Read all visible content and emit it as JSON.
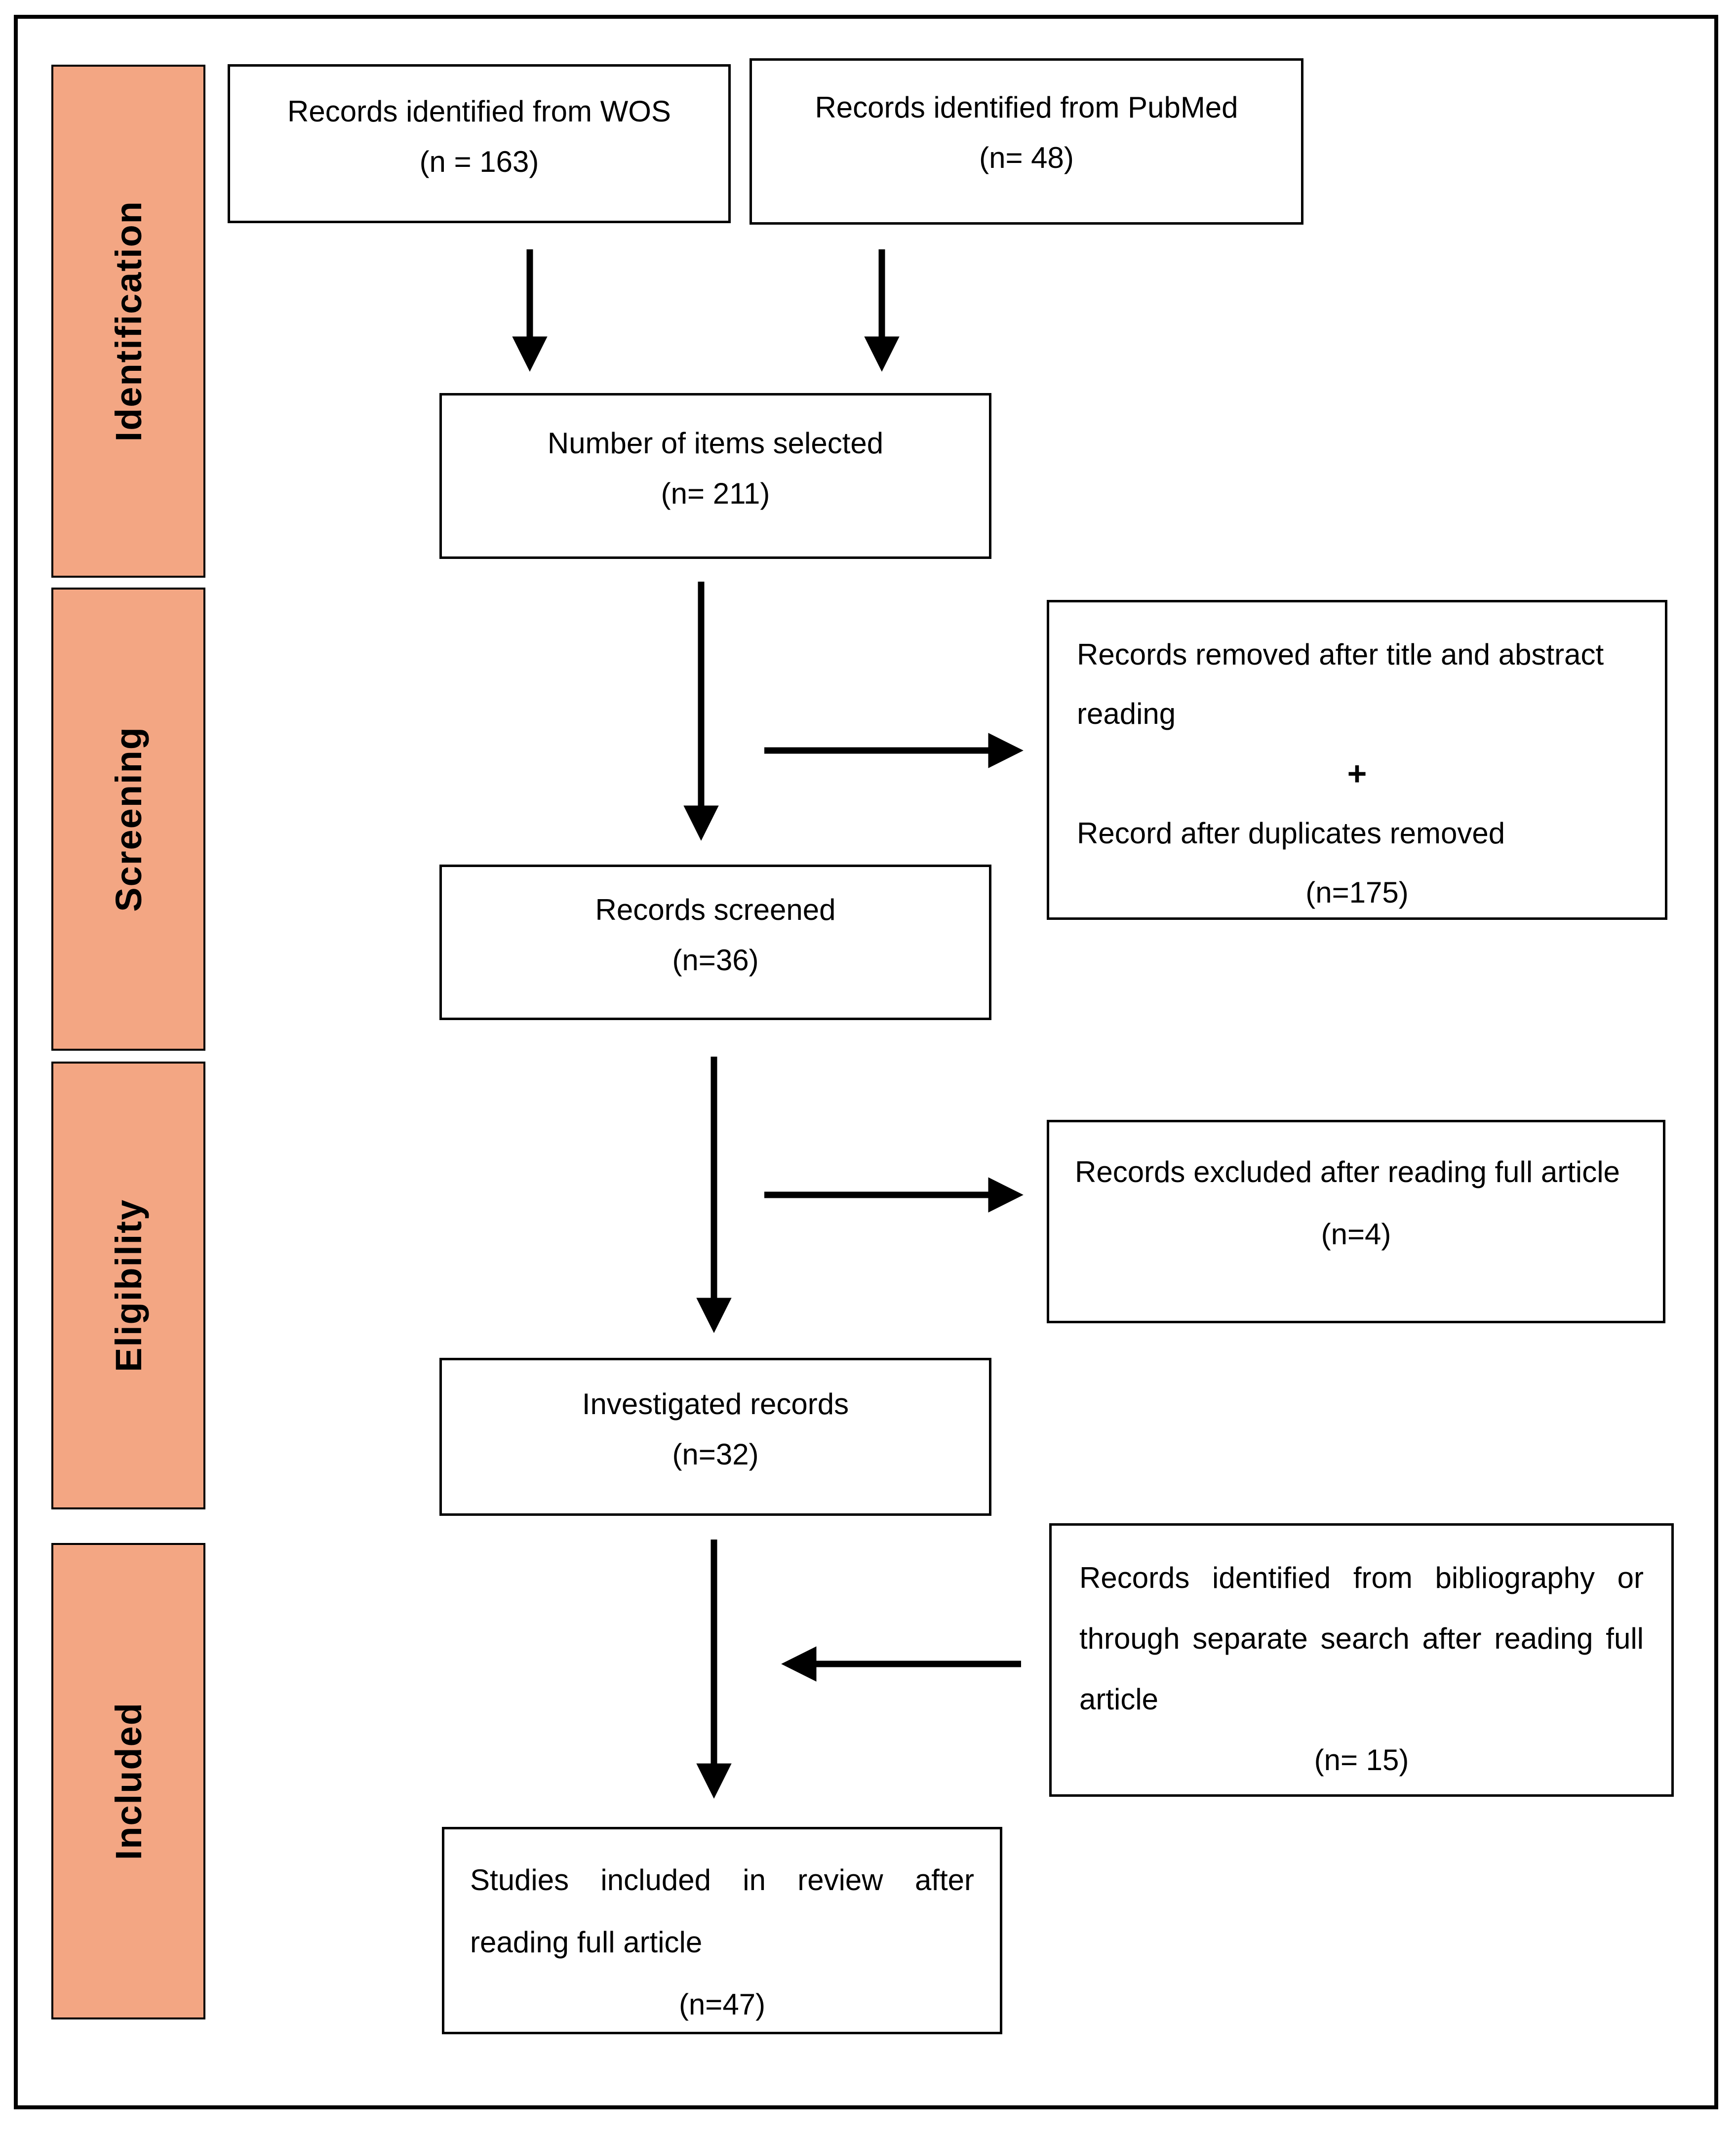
{
  "sidebar": {
    "identification": "Identification",
    "screening": "Screening",
    "eligibility": "Eligibility",
    "included": "Included"
  },
  "boxes": {
    "wos": {
      "text": "Records identified from WOS",
      "n": "(n = 163)"
    },
    "pubmed": {
      "text": "Records identified from PubMed",
      "n": "(n= 48)"
    },
    "selected": {
      "text": "Number of items selected",
      "n": "(n= 211)"
    },
    "removed": {
      "line1": "Records removed after title and abstract reading",
      "plus": "+",
      "line2": "Record after duplicates removed",
      "n": "(n=175)"
    },
    "screened": {
      "text": "Records screened",
      "n": "(n=36)"
    },
    "excluded": {
      "text": "Records excluded after reading full article",
      "n": "(n=4)"
    },
    "investigated": {
      "text": "Investigated records",
      "n": "(n=32)"
    },
    "bibliography": {
      "text": "Records identified from bibliography or through separate search after reading full article",
      "n": "(n= 15)"
    },
    "studies": {
      "text": "Studies included in review after reading full article",
      "n": "(n=47)"
    }
  },
  "colors": {
    "stage_fill": "#F3A683",
    "border": "#000000",
    "background": "#FFFFFF"
  }
}
